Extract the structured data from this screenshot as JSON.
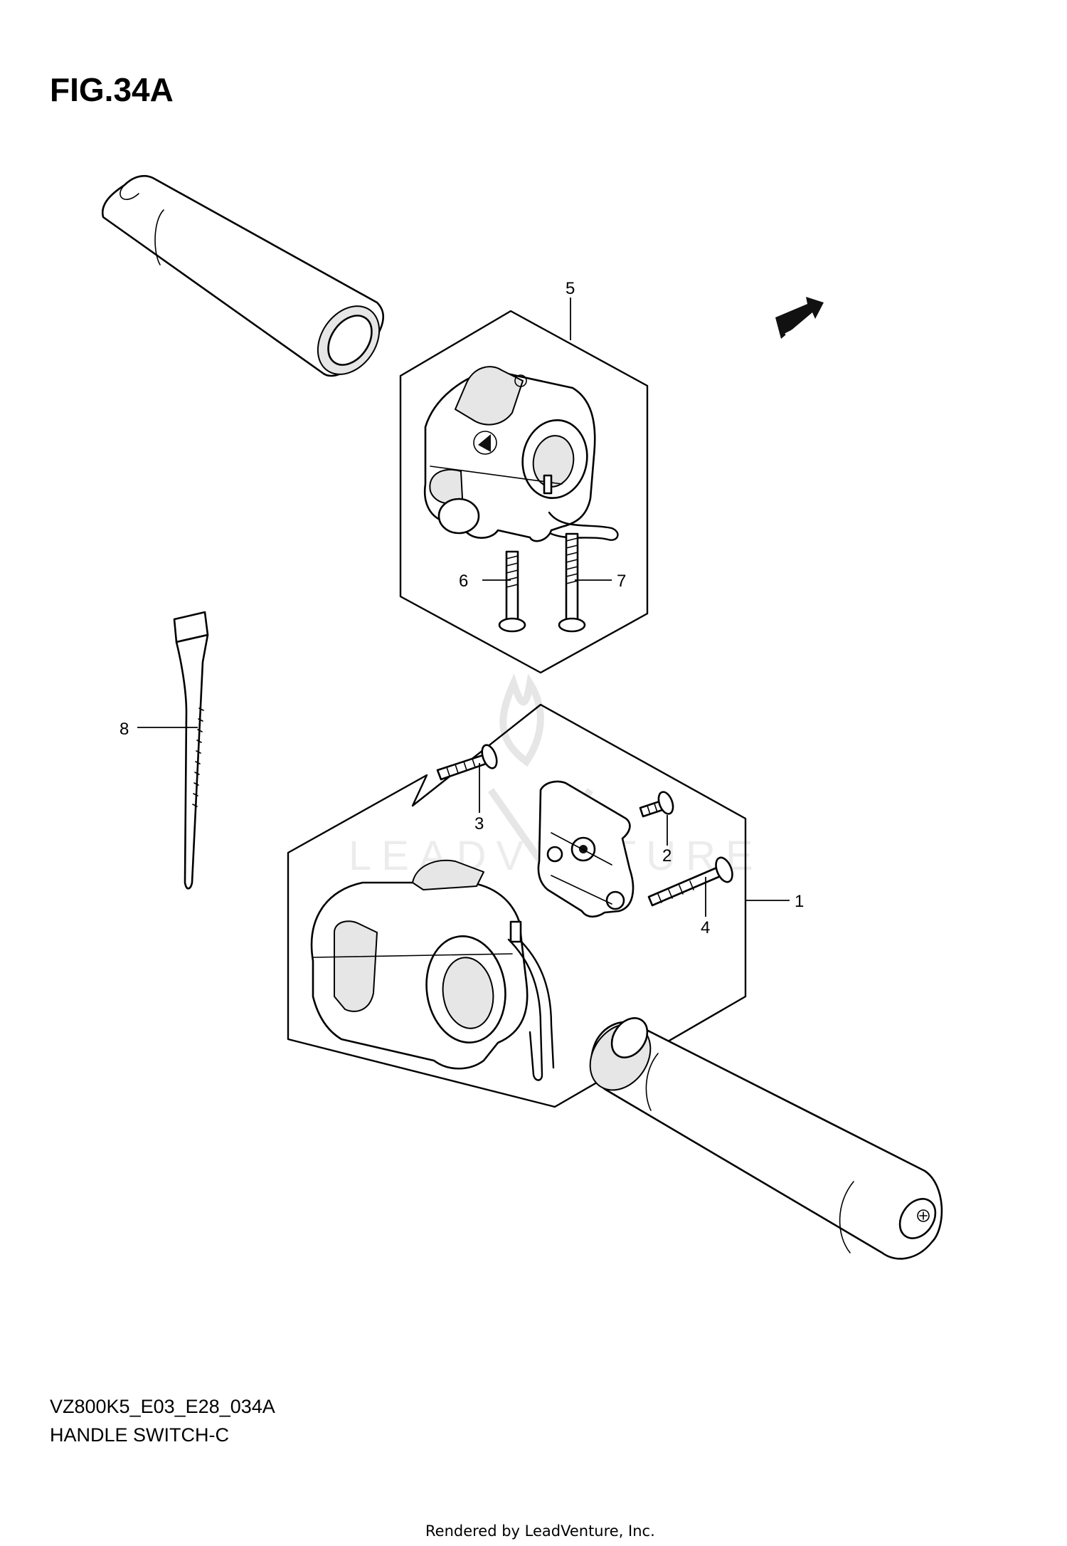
{
  "figure": {
    "title": "FIG.34A",
    "model_code": "VZ800K5_E03_E28_034A",
    "section_name": "HANDLE SWITCH-C",
    "rendered_by": "Rendered by LeadVenture, Inc.",
    "fwd_label": "FWD",
    "watermark_text": "LEADVENTURE"
  },
  "callouts": [
    "1",
    "2",
    "3",
    "4",
    "5",
    "6",
    "7",
    "8"
  ]
}
